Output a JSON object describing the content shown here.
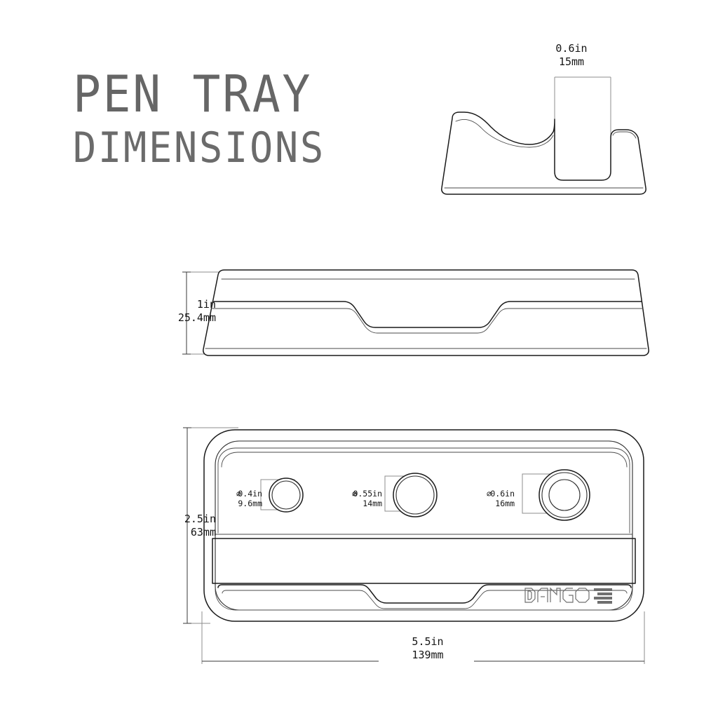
{
  "title": {
    "line1": "PEN TRAY",
    "line2": "DIMENSIONS",
    "color": "#666666"
  },
  "brand": {
    "name": "DANGO",
    "flag_icon": "us-flag-bars-icon",
    "color": "#6f6f6f"
  },
  "views": {
    "profile": {
      "name": "side-profile-view",
      "dimension": {
        "label_in": "0.6in",
        "label_mm": "15mm",
        "feature": "slot-width"
      }
    },
    "front": {
      "name": "front-elevation-view",
      "dimension": {
        "label_in": "1in",
        "label_mm": "25.4mm",
        "feature": "height"
      }
    },
    "top": {
      "name": "top-plan-view",
      "dimension_height": {
        "label_in": "2.5in",
        "label_mm": "63mm",
        "feature": "depth"
      },
      "dimension_width": {
        "label_in": "5.5in",
        "label_mm": "139mm",
        "feature": "width"
      },
      "holes": [
        {
          "name": "hole-small",
          "diameter_symbol": "⌀",
          "label_in": "0.4in",
          "label_mm": "9.6mm"
        },
        {
          "name": "hole-medium",
          "diameter_symbol": "⌀",
          "label_in": "0.55in",
          "label_mm": "14mm"
        },
        {
          "name": "hole-large",
          "diameter_symbol": "⌀",
          "label_in": "0.6in",
          "label_mm": "16mm"
        }
      ]
    }
  },
  "style": {
    "line_color": "#1a1a1a",
    "dim_line_color": "#3a3a3a",
    "ext_line_color": "#8c8c8c",
    "background": "#ffffff"
  }
}
